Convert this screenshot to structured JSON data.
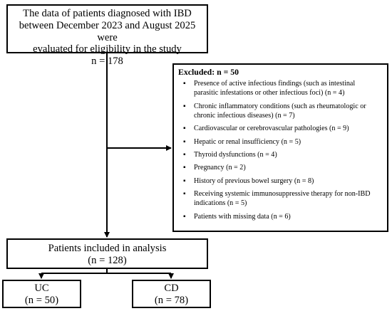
{
  "evaluation_box": {
    "line1": "The data of patients diagnosed with IBD",
    "line2": "between December 2023 and August 2025 were",
    "line3": "evaluated for eligibility in the study",
    "count": "n = 178"
  },
  "excluded_box": {
    "heading": "Excluded: n = 50",
    "items": [
      {
        "line1": "Presence of active infectious findings (such as intestinal",
        "line2": "parasitic infestations or other infectious foci) (n = 4)"
      },
      {
        "line1": "Chronic inflammatory conditions (such as rheumatologic or",
        "line2": "chronic infectious diseases) (n = 7)"
      },
      {
        "line1": "Cardiovascular or cerebrovascular pathologies (n = 9)",
        "line2": ""
      },
      {
        "line1": "Hepatic or renal insufficiency (n = 5)",
        "line2": ""
      },
      {
        "line1": "Thyroid dysfunctions (n = 4)",
        "line2": ""
      },
      {
        "line1": "Pregnancy (n = 2)",
        "line2": ""
      },
      {
        "line1": "History of previous bowel surgery (n = 8)",
        "line2": ""
      },
      {
        "line1": "Receiving systemic immunosuppressive therapy for non-IBD",
        "line2": "indications (n = 5)"
      },
      {
        "line1": "Patients with missing data (n = 6)",
        "line2": ""
      }
    ]
  },
  "included_box": {
    "title": "Patients included in analysis",
    "count": "(n = 128)"
  },
  "uc_box": {
    "label": "UC",
    "count": "(n = 50)"
  },
  "cd_box": {
    "label": "CD",
    "count": "(n = 78)"
  },
  "bullet_glyph": "▪",
  "colors": {
    "line": "#000000",
    "background": "#ffffff"
  }
}
